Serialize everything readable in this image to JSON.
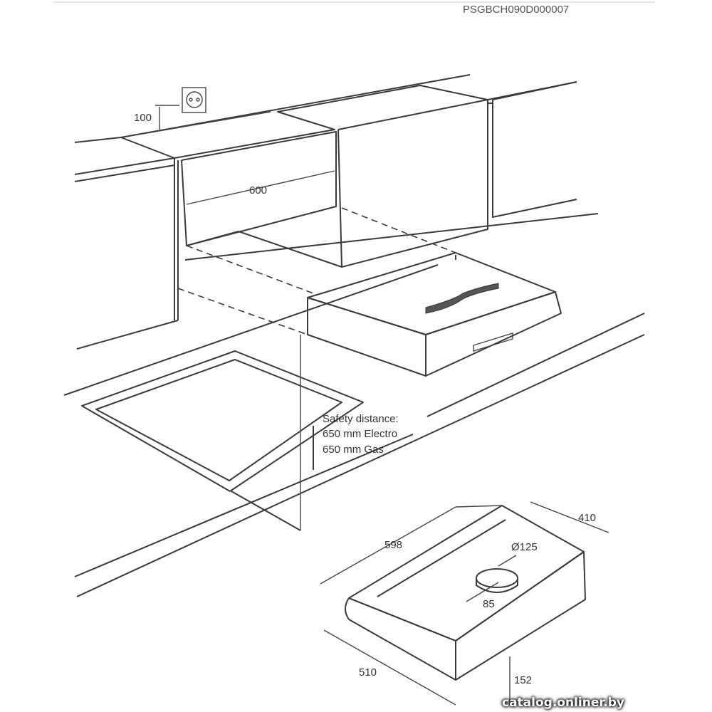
{
  "doc_code": "PSGBCH090D000007",
  "dimensions": {
    "socket_height": "100",
    "cabinet_width": "600",
    "hood_width": "598",
    "hood_depth": "410",
    "duct_diameter": "Ø125",
    "duct_offset": "85",
    "hood_depth_bottom": "510",
    "hood_height": "152"
  },
  "safety": {
    "line1": "Safety distance:",
    "line2": "650 mm Electro",
    "line3": "650 mm Gas"
  },
  "watermark": "catalog.onliner.by"
}
